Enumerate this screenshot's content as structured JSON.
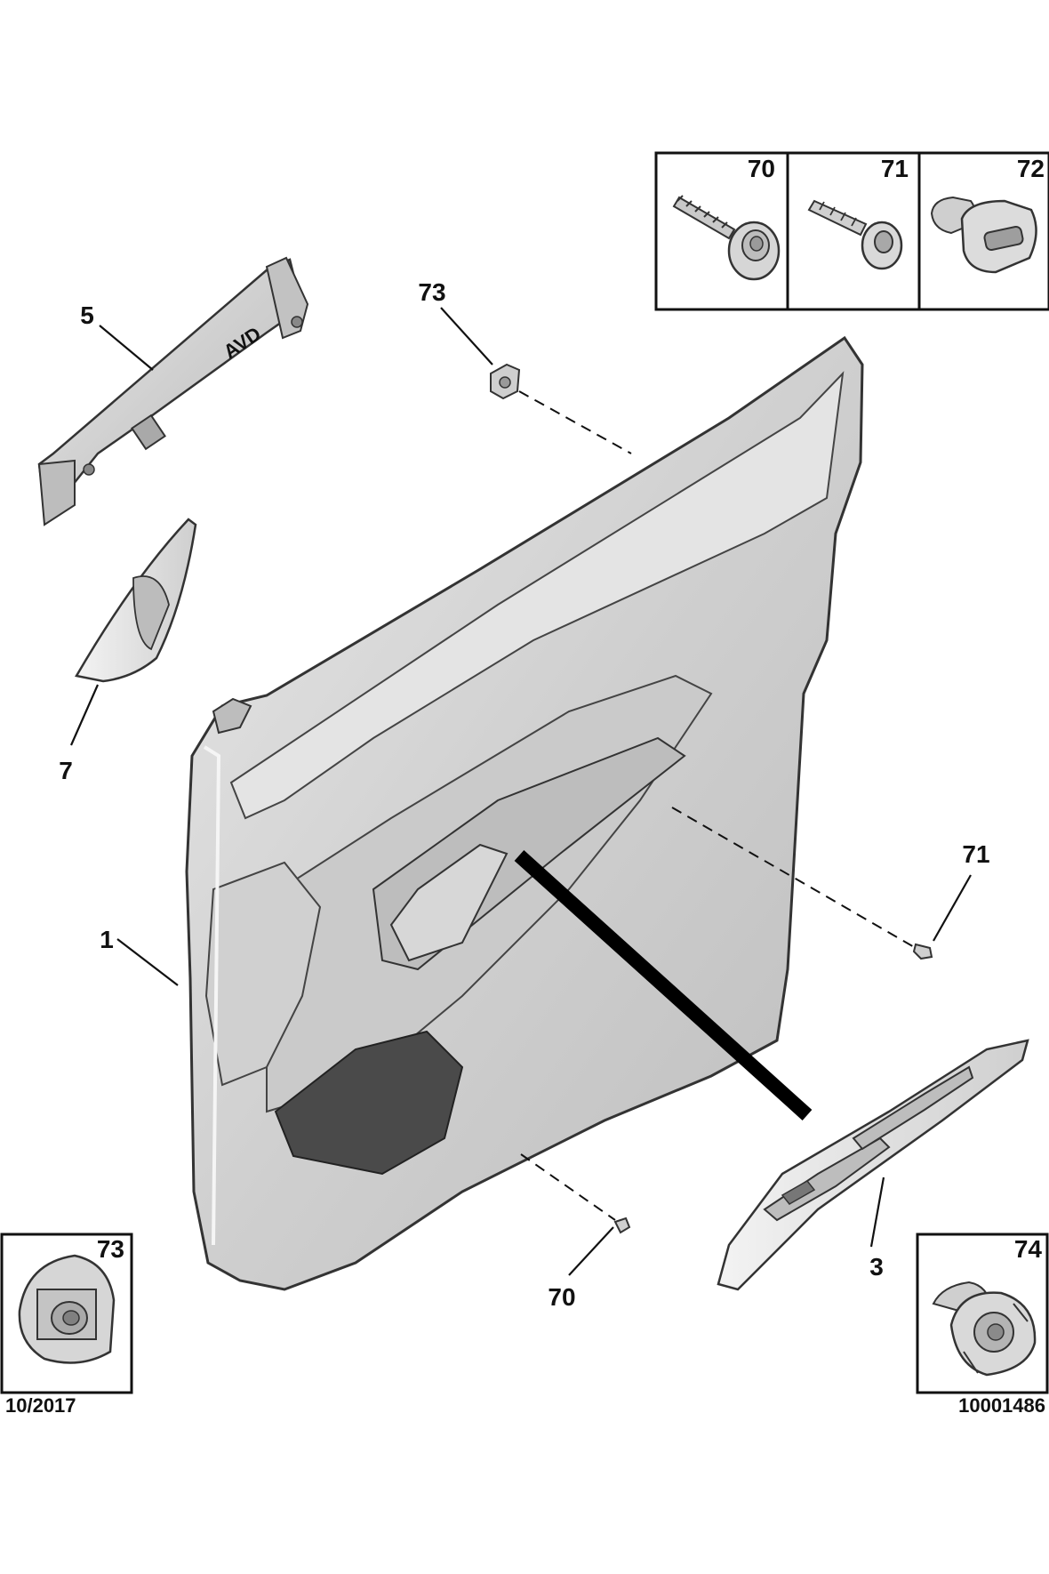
{
  "callouts": {
    "c1": "1",
    "c3": "3",
    "c5": "5",
    "c7": "7",
    "c70": "70",
    "c71": "71",
    "c73": "73"
  },
  "inset_boxes": {
    "b70": "70",
    "b71": "71",
    "b72": "72",
    "b73": "73",
    "b74": "74"
  },
  "bracket_text": "AVD",
  "footer": {
    "date": "10/2017",
    "ref": "10001486"
  },
  "colors": {
    "part_fill": "#d9d9d9",
    "part_light": "#ececec",
    "part_dark": "#9a9a9a",
    "outline": "#3a3a3a"
  }
}
